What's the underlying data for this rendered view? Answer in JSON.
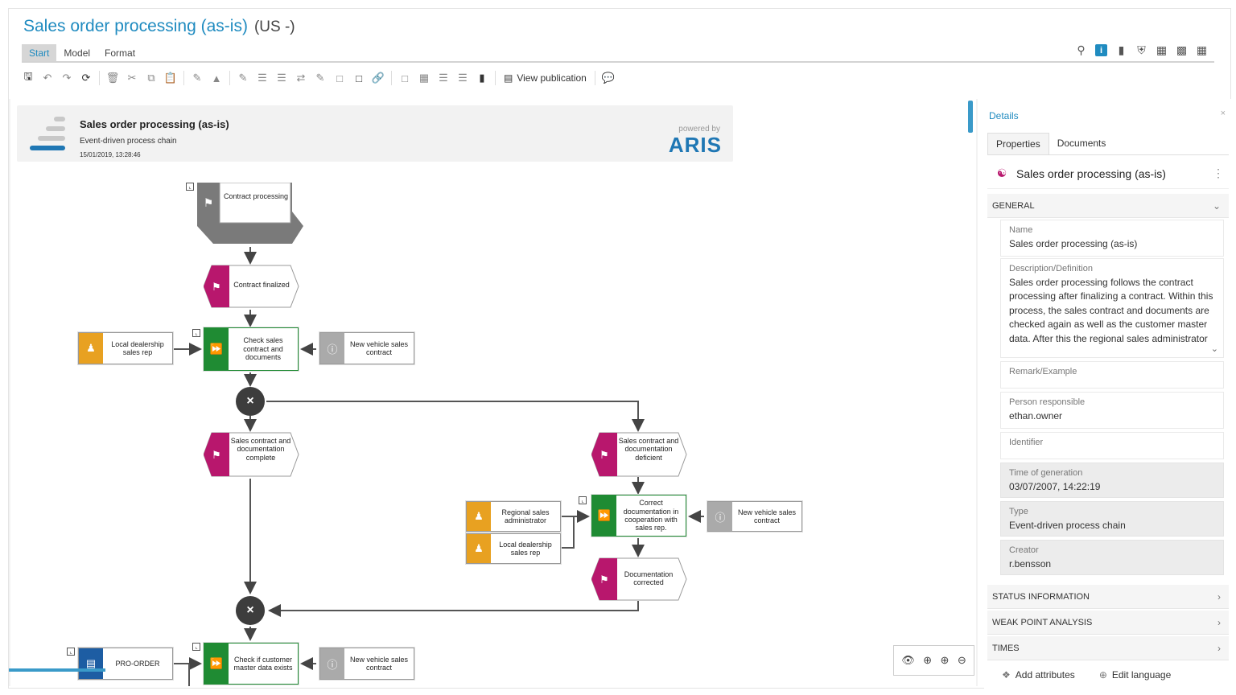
{
  "app": {
    "title": "Sales order processing (as-is)",
    "language": "(US -)",
    "menu_tabs": [
      "Start",
      "Model",
      "Format"
    ],
    "active_tab": "Start",
    "right_icons": [
      "search-icon",
      "info-icon",
      "bar-chart-icon",
      "shield-icon",
      "table-view-icon",
      "comments-icon",
      "grid-icon"
    ]
  },
  "toolbar": {
    "view_publication_label": "View publication"
  },
  "model_header": {
    "name": "Sales order processing (as-is)",
    "type": "Event-driven process chain",
    "date": "15/01/2019, 13:28:46",
    "powered_by": "powered by",
    "brand": "ARIS"
  },
  "diagram": {
    "start_process": "Contract processing",
    "event_contract_finalized": "Contract finalized",
    "func_check": "Check sales contract and documents",
    "role_local_rep_1": "Local dealership sales rep",
    "info_new_vehicle_1": "New vehicle sales contract",
    "event_complete": "Sales contract and documentation complete",
    "event_deficient": "Sales contract and documentation deficient",
    "func_correct": "Correct documentation in cooperation with sales rep.",
    "role_regional_admin": "Regional sales administrator",
    "role_local_rep_2": "Local dealership sales rep",
    "info_new_vehicle_2": "New vehicle sales contract",
    "event_corrected": "Documentation corrected",
    "sys_pro_order": "PRO-ORDER",
    "func_check_master": "Check if customer master data exists",
    "info_new_vehicle_3": "New vehicle sales contract",
    "xor_symbol": "×"
  },
  "details": {
    "title": "Details",
    "close": "×",
    "tabs": [
      "Properties",
      "Documents"
    ],
    "object_name": "Sales order processing (as-is)",
    "sections": {
      "general": "GENERAL",
      "status": "STATUS INFORMATION",
      "weak_point": "WEAK POINT ANALYSIS",
      "times": "TIMES"
    },
    "fields": {
      "name_label": "Name",
      "name_value": "Sales order processing (as-is)",
      "desc_label": "Description/Definition",
      "desc_value": "Sales order processing follows the contract processing after finalizing a contract. Within this process, the sales contract and documents are checked again as well as the customer master data. After this the regional sales administrator triggers the vehicle",
      "remark_label": "Remark/Example",
      "person_label": "Person responsible",
      "person_value": "ethan.owner",
      "identifier_label": "Identifier",
      "time_label": "Time of generation",
      "time_value": "03/07/2007, 14:22:19",
      "type_label": "Type",
      "type_value": "Event-driven process chain",
      "creator_label": "Creator",
      "creator_value": "r.bensson"
    },
    "footer": {
      "add_attributes": "Add attributes",
      "edit_language": "Edit language"
    }
  },
  "colors": {
    "accent": "#1f8bc0",
    "function": "#1f8b33",
    "event": "#b8176d",
    "role": "#e8a121",
    "info": "#aaaaaa",
    "system": "#1d5da3",
    "connector": "#3d3d3d"
  }
}
